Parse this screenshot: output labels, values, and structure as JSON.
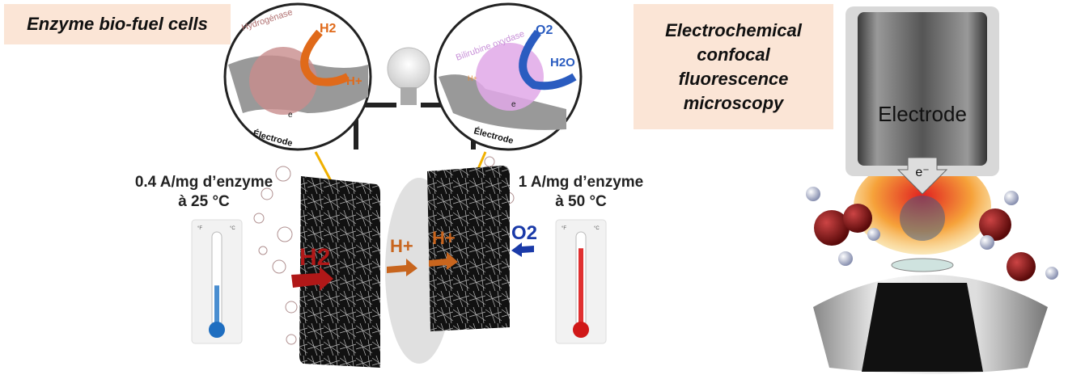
{
  "left_panel": {
    "title": "Enzyme bio-fuel cells",
    "anode_inset": {
      "enzyme": "Hydrogénase",
      "substrate": "H2",
      "product": "H+",
      "electron": "e",
      "electrode": "Électrode"
    },
    "cathode_inset": {
      "enzyme": "Bilirubine oxydase",
      "substrate": "O2",
      "product": "H2O",
      "proton": "H+",
      "electron": "e",
      "electrode": "Électrode"
    },
    "cell": {
      "fuel": "H2",
      "proton_left": "H+",
      "proton_right": "H+",
      "oxidant": "O2"
    },
    "left_performance": {
      "line1": "0.4 A/mg d’enzyme",
      "line2": "à 25 °C",
      "fill_fraction": 0.45
    },
    "right_performance": {
      "line1": "1 A/mg d’enzyme",
      "line2": "à 50 °C",
      "fill_fraction": 0.85
    },
    "thermometer_units": {
      "f": "°F",
      "c": "°C"
    }
  },
  "right_panel": {
    "title_lines": [
      "Electrochemical",
      "confocal",
      "fluorescence",
      "microscopy"
    ],
    "electrode_label": "Electrode",
    "electron_label": "e⁻"
  },
  "colors": {
    "label_bg": "#fbe5d6",
    "h2_red": "#b01818",
    "proton_orange": "#c8651e",
    "o2_blue": "#1a3aa8"
  }
}
